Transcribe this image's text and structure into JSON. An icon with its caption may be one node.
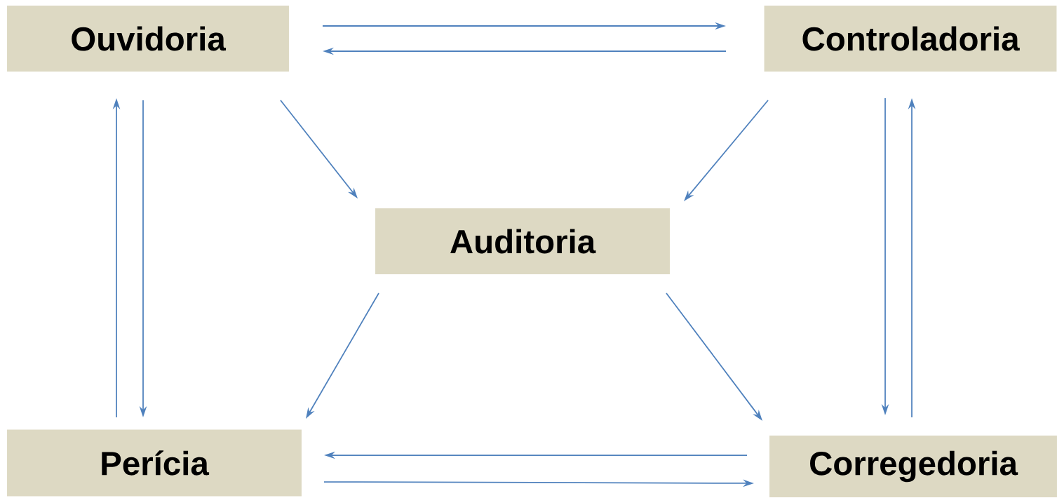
{
  "diagram": {
    "nodes": [
      {
        "text": [
          "Ouvidoria"
        ]
      },
      {
        "text": [
          "Controladoria"
        ]
      },
      {
        "text": [
          "Auditoria"
        ]
      },
      {
        "text": [
          "Perícia"
        ]
      },
      {
        "text": [
          "Corregedoria"
        ]
      }
    ],
    "edges": [
      {
        "from": 0,
        "to": 1,
        "arrow": "to"
      },
      {
        "from": 1,
        "to": 0,
        "arrow": "to"
      },
      {
        "from": 0,
        "to": 2,
        "arrow": "to"
      },
      {
        "from": 1,
        "to": 2,
        "arrow": "to"
      },
      {
        "from": 3,
        "to": 0,
        "arrow": "to"
      },
      {
        "from": 0,
        "to": 3,
        "arrow": "to"
      },
      {
        "from": 1,
        "to": 4,
        "arrow": "to"
      },
      {
        "from": 4,
        "to": 1,
        "arrow": "to"
      },
      {
        "from": 2,
        "to": 3,
        "arrow": "to"
      },
      {
        "from": 2,
        "to": 4,
        "arrow": "to"
      },
      {
        "from": 4,
        "to": 3,
        "arrow": "to"
      },
      {
        "from": 3,
        "to": 4,
        "arrow": "to"
      }
    ]
  }
}
